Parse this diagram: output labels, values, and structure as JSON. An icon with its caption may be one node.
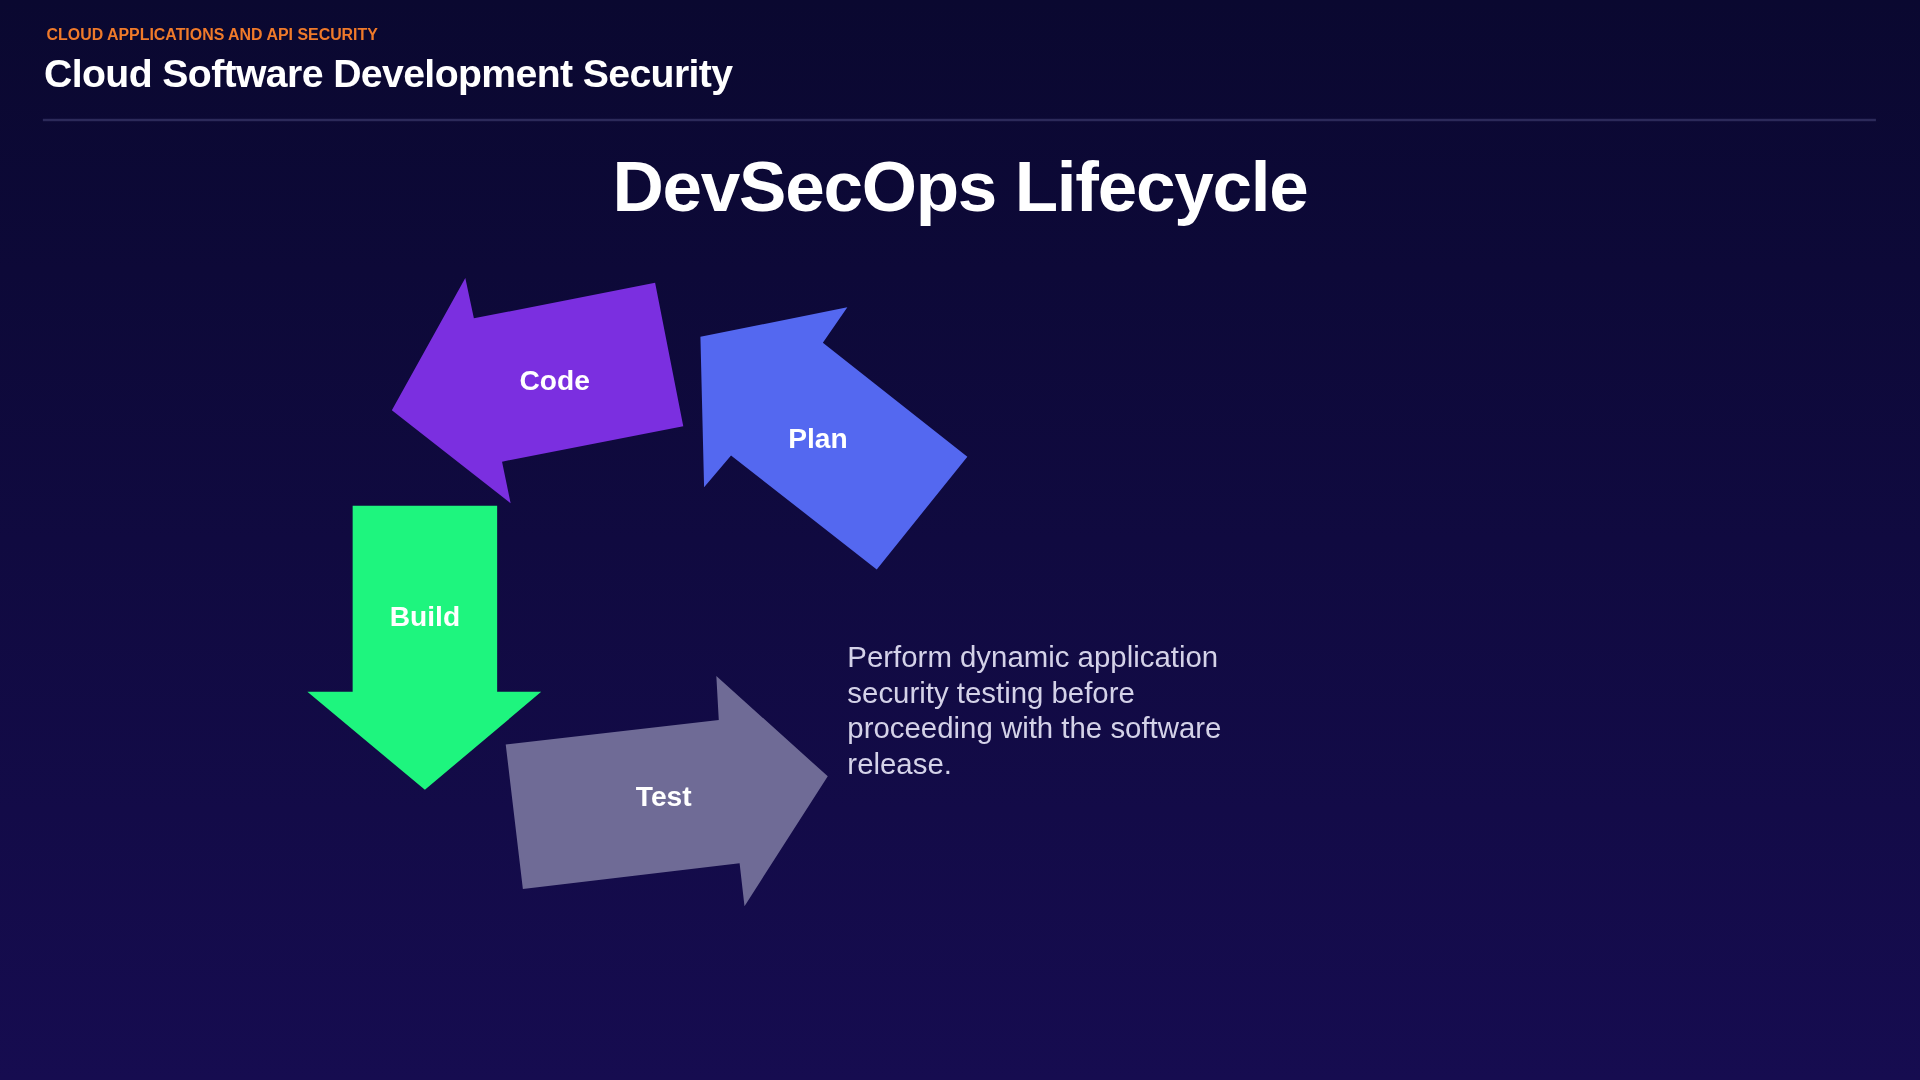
{
  "diagram": {
    "title": "DevSecOps Lifecycle",
    "nodes": [
      {
        "text": [
          "Code"
        ]
      },
      {
        "text": [
          "Plan"
        ]
      },
      {
        "text": [
          "Build"
        ]
      },
      {
        "text": [
          "Test"
        ],
        "beside": [
          "Perform dynamic application security testing before proceeding with the software release."
        ]
      }
    ],
    "labels": [
      "CLOUD APPLICATIONS AND API SECURITY",
      "Cloud Software Development Security"
    ]
  }
}
